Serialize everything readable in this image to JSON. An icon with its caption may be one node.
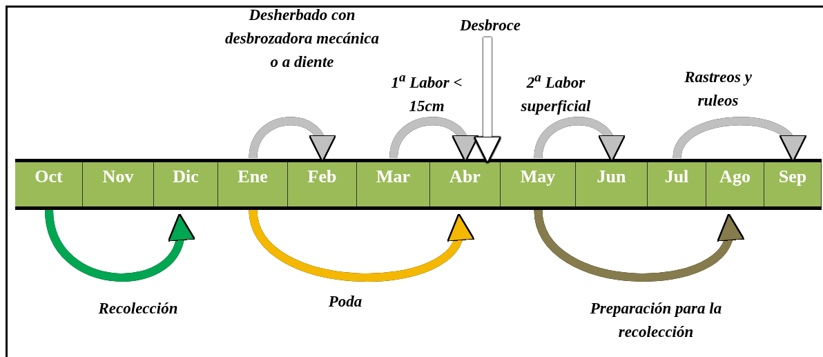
{
  "diagram": {
    "nodes": [
      {
        "text": [
          "Oct"
        ]
      },
      {
        "text": [
          "Nov"
        ]
      },
      {
        "text": [
          "Dic"
        ]
      },
      {
        "text": [
          "Ene"
        ]
      },
      {
        "text": [
          "Feb"
        ]
      },
      {
        "text": [
          "Mar"
        ]
      },
      {
        "text": [
          "Abr"
        ]
      },
      {
        "text": [
          "May"
        ]
      },
      {
        "text": [
          "Jun"
        ]
      },
      {
        "text": [
          "Jul"
        ]
      },
      {
        "text": [
          "Ago"
        ]
      },
      {
        "text": [
          "Sep"
        ]
      },
      {
        "text": [
          "Desbroce"
        ]
      }
    ],
    "edges": [
      {
        "from": 3,
        "to": 4,
        "arrow": "to",
        "label": "Desherbado con desbrozadora mecánica o a diente"
      },
      {
        "from": 5,
        "to": 6,
        "arrow": "to",
        "label": "1$^{a}$ Labor < 15cm"
      },
      {
        "from": 7,
        "to": 8,
        "arrow": "to",
        "label": "2$^{a}$ Labor superficial"
      },
      {
        "from": 9,
        "to": 11,
        "arrow": "to",
        "label": "Rastreos y ruleos"
      },
      {
        "from": 12,
        "to": 6,
        "arrow": "to",
        "color": "#ffffff"
      },
      {
        "from": 0,
        "to": 2,
        "arrow": "to",
        "label": "Recolección",
        "color": "#00a651"
      },
      {
        "from": 3,
        "to": 6,
        "arrow": "to",
        "label": "Poda",
        "color": "#f5b800"
      },
      {
        "from": 7,
        "to": 10,
        "arrow": "to",
        "label": "Preparación para la recolección",
        "color": "#857b4c"
      }
    ]
  }
}
